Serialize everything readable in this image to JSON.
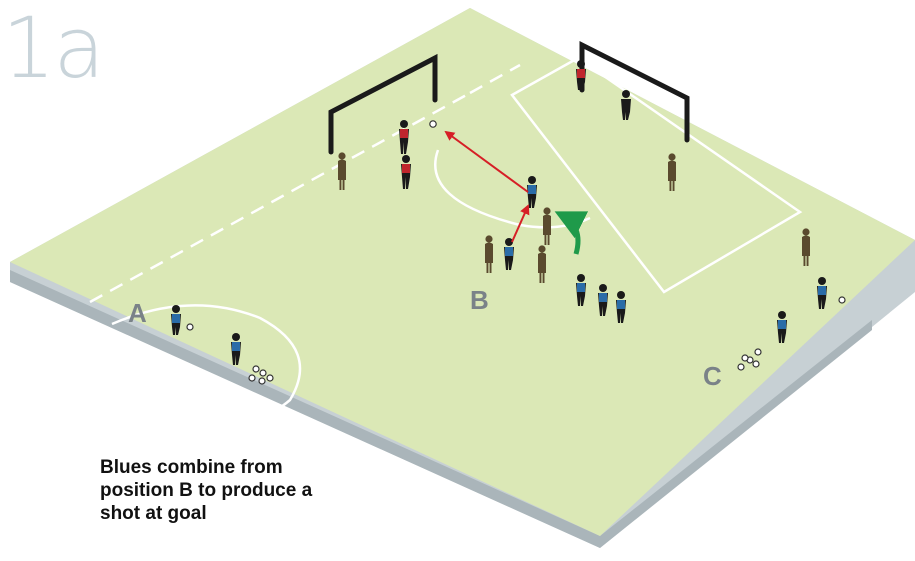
{
  "figure_label": "1a",
  "zones": {
    "a": "A",
    "b": "B",
    "c": "C"
  },
  "caption": {
    "line1": "Blues combine from",
    "line2": "position B to produce a",
    "line3": "shot at goal"
  },
  "colors": {
    "pitch": "#dbe8b6",
    "pitch_edge": "#b9c3c8",
    "lines": "#ffffff",
    "goal_frame": "#1a1a1a",
    "blue_team": "#2a6ca8",
    "red_team": "#c0262d",
    "mannequin": "#5a4a2e",
    "pass_arrow": "#d61f26",
    "run_arrow": "#1f9a4a"
  }
}
